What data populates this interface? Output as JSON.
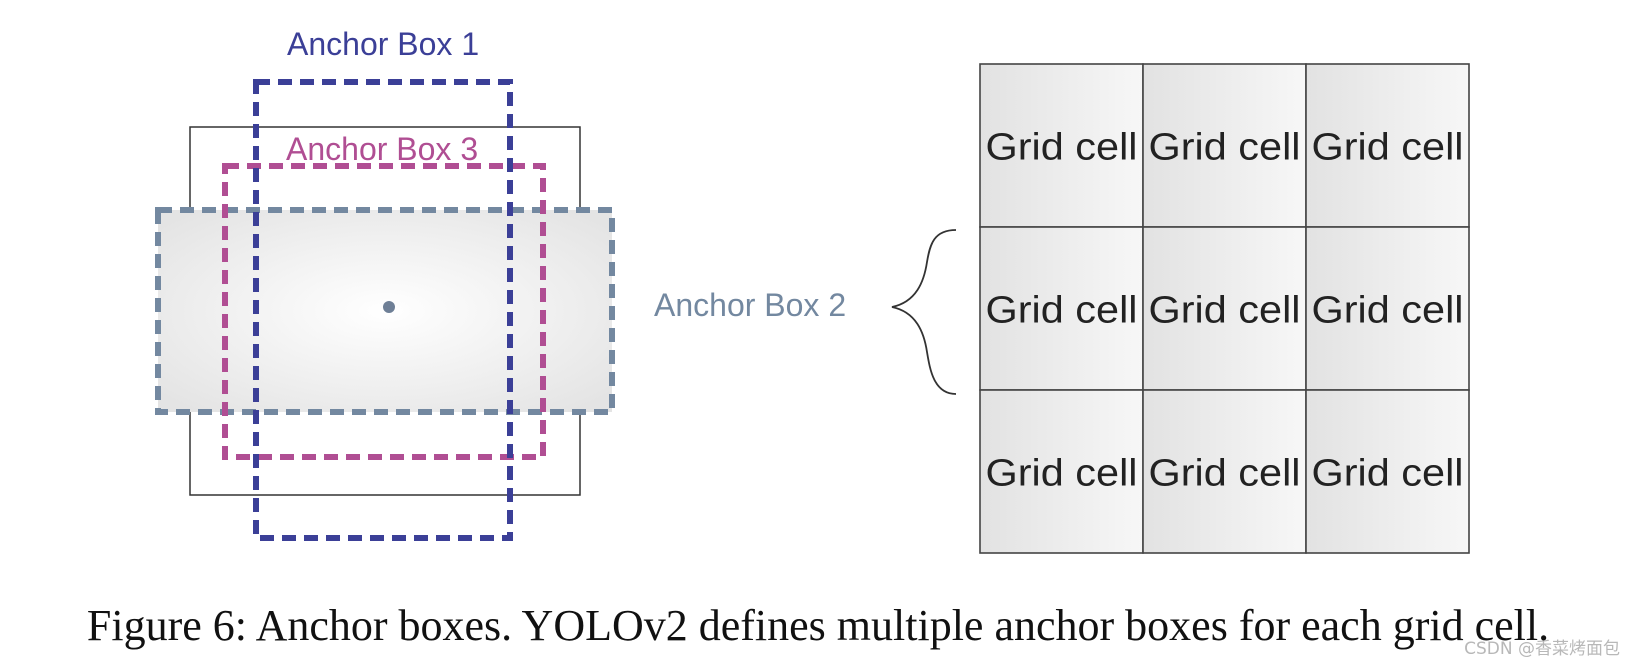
{
  "anchor_boxes": {
    "box1": {
      "label": "Anchor Box 1",
      "color": "#3b3f97"
    },
    "box2": {
      "label": "Anchor Box 2",
      "color": "#7388a0"
    },
    "box3": {
      "label": "Anchor Box 3",
      "color": "#b04e93"
    }
  },
  "object_outline_color": "#333333",
  "center_point_color": "#6e7f96",
  "grid": {
    "rows": 3,
    "cols": 3,
    "cells": [
      [
        "Grid cell",
        "Grid cell",
        "Grid cell"
      ],
      [
        "Grid cell",
        "Grid cell",
        "Grid cell"
      ],
      [
        "Grid cell",
        "Grid cell",
        "Grid cell"
      ]
    ],
    "line_color": "#444444"
  },
  "caption": "Figure 6: Anchor boxes. YOLOv2 defines multiple anchor boxes for each grid cell.",
  "watermark": "CSDN @香菜烤面包"
}
